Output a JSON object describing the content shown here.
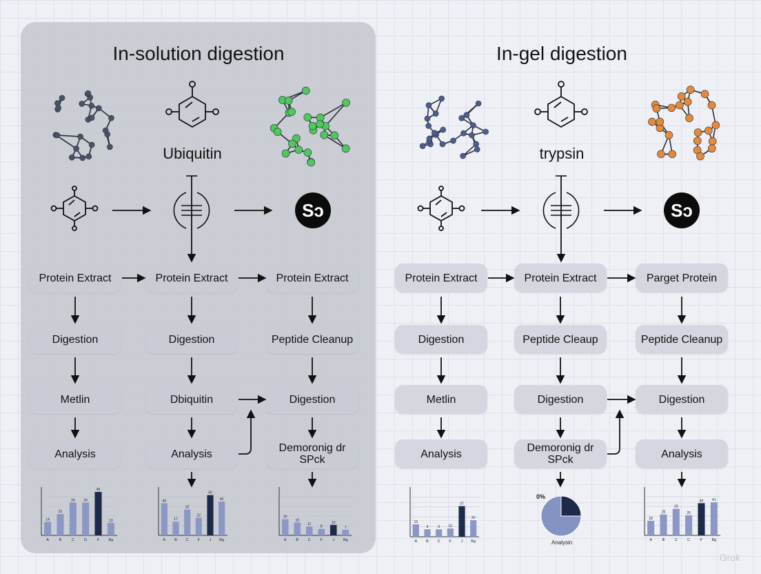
{
  "left": {
    "title": "In-solution digestion",
    "molecule_label": "Ubiquitin",
    "s_icon": "Sↄ",
    "columns": [
      [
        "Protein Extract",
        "Digestion",
        "Metlin",
        "Analysis"
      ],
      [
        "Protein Extract",
        "Digestion",
        "Dbiquitin",
        "Analysis"
      ],
      [
        "Protein Extract",
        "Peptide Cleanup",
        "Digestion",
        "Demoronig dr SPck"
      ]
    ]
  },
  "right": {
    "title": "In-gel digestion",
    "molecule_label": "trypsin",
    "s_icon": "Sↄ",
    "columns": [
      [
        "Protein Extract",
        "Digestion",
        "Metlin",
        "Analysis"
      ],
      [
        "Protein Extract",
        "Peptide Cleaup",
        "Digestion",
        "Demoronig dr SPck"
      ],
      [
        "Parget Protein",
        "Peptide Cleanup",
        "Digestion",
        "Analysis"
      ]
    ],
    "pie_caption": "Analysin",
    "pie_pct_label": "0%"
  },
  "colors": {
    "node_dark": "#4a5266",
    "node_blue": "#4d5d92",
    "node_green": "#4fc95b",
    "node_orange": "#e58a3a",
    "bar_light": "#8b97c4",
    "bar_dark": "#1e2a4a",
    "pie_light": "#8593c2",
    "pie_dark": "#1e2a4a"
  },
  "icons": [
    "molecule-network-icon",
    "hexagon-ring-icon",
    "filter-cross-icon",
    "arrow-right-icon",
    "arrow-down-icon"
  ],
  "watermark": "Grok",
  "chart_data": [
    {
      "type": "bar",
      "categories": [
        "A",
        "B",
        "C",
        "D",
        "F",
        "Bg"
      ],
      "values": [
        14,
        22,
        34,
        34,
        45,
        13
      ],
      "highlight_index": 4,
      "ylim": [
        0,
        50
      ]
    },
    {
      "type": "bar",
      "categories": [
        "A",
        "B",
        "C",
        "F",
        "J",
        "Bg"
      ],
      "values": [
        40,
        17,
        32,
        22,
        50,
        42
      ],
      "highlight_index": 4,
      "ylim": [
        0,
        60
      ]
    },
    {
      "type": "bar",
      "categories": [
        "A",
        "B",
        "C",
        "F",
        "J",
        "Bg"
      ],
      "values": [
        20,
        16,
        11,
        8,
        13,
        7
      ],
      "highlight_index": 4,
      "ylim": [
        0,
        60
      ]
    },
    {
      "type": "bar",
      "categories": [
        "A",
        "B",
        "C",
        "F",
        "J",
        "Bg"
      ],
      "values": [
        15,
        9,
        9,
        10,
        37,
        20
      ],
      "highlight_index": 4,
      "ylim": [
        0,
        60
      ]
    },
    {
      "type": "pie",
      "values": [
        25,
        75
      ]
    },
    {
      "type": "bar",
      "categories": [
        "A",
        "B",
        "C",
        "C",
        "F",
        "Bg"
      ],
      "values": [
        18,
        26,
        33,
        25,
        40,
        41
      ],
      "highlight_index": 4,
      "ylim": [
        0,
        60
      ]
    }
  ]
}
